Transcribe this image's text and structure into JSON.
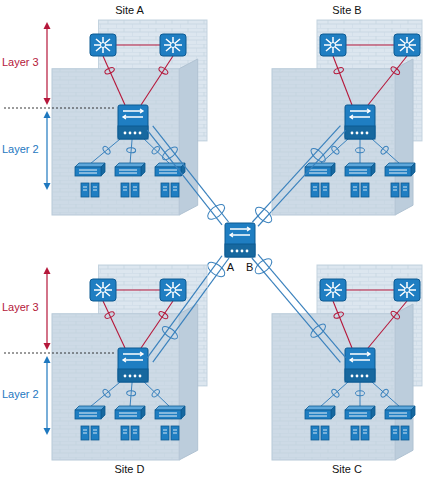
{
  "diagram": {
    "nodes": [
      {
        "text": [
          "Site A"
        ]
      },
      {
        "text": [
          "Site B"
        ]
      },
      {
        "text": [
          "A",
          "B"
        ]
      },
      {
        "text": [
          "Site D"
        ]
      },
      {
        "text": [
          "Site C"
        ]
      }
    ],
    "edges": [
      {
        "from": 0,
        "to": 2,
        "arrow": "none"
      },
      {
        "from": 0,
        "to": 2,
        "arrow": "none"
      },
      {
        "from": 1,
        "to": 2,
        "arrow": "none"
      },
      {
        "from": 1,
        "to": 2,
        "arrow": "none"
      },
      {
        "from": 3,
        "to": 2,
        "arrow": "none"
      },
      {
        "from": 3,
        "to": 2,
        "arrow": "none"
      },
      {
        "from": 4,
        "to": 2,
        "arrow": "none"
      },
      {
        "from": 4,
        "to": 2,
        "arrow": "none"
      }
    ],
    "labels": [
      "Layer 3",
      "Layer 2",
      "Layer 3",
      "Layer 2"
    ]
  }
}
